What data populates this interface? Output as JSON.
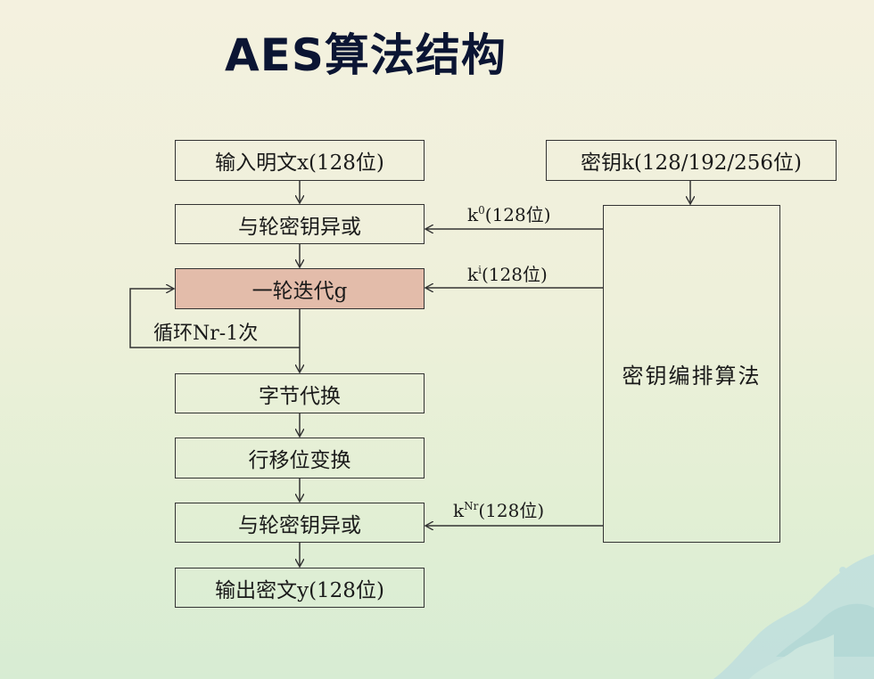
{
  "title": "AES算法结构",
  "flow": {
    "input": "输入明文x(128位)",
    "xor_first": "与轮密钥异或",
    "round_g": "一轮迭代g",
    "loop_label": "循环Nr-1次",
    "sub_bytes": "字节代换",
    "shift_rows": "行移位变换",
    "xor_last": "与轮密钥异或",
    "output": "输出密文y(128位)"
  },
  "key": {
    "input": "密钥k(128/192/256位)",
    "schedule": "密钥编排算法"
  },
  "edges": {
    "k0": {
      "base": "k",
      "sup": "0",
      "text": "(128位)"
    },
    "ki": {
      "base": "k",
      "sup": "i",
      "text": "(128位)"
    },
    "kNr": {
      "base": "k",
      "sup": "Nr",
      "text": "(128位)"
    }
  },
  "colors": {
    "highlight_box": "#e3bcaa",
    "title": "#0b1533"
  }
}
